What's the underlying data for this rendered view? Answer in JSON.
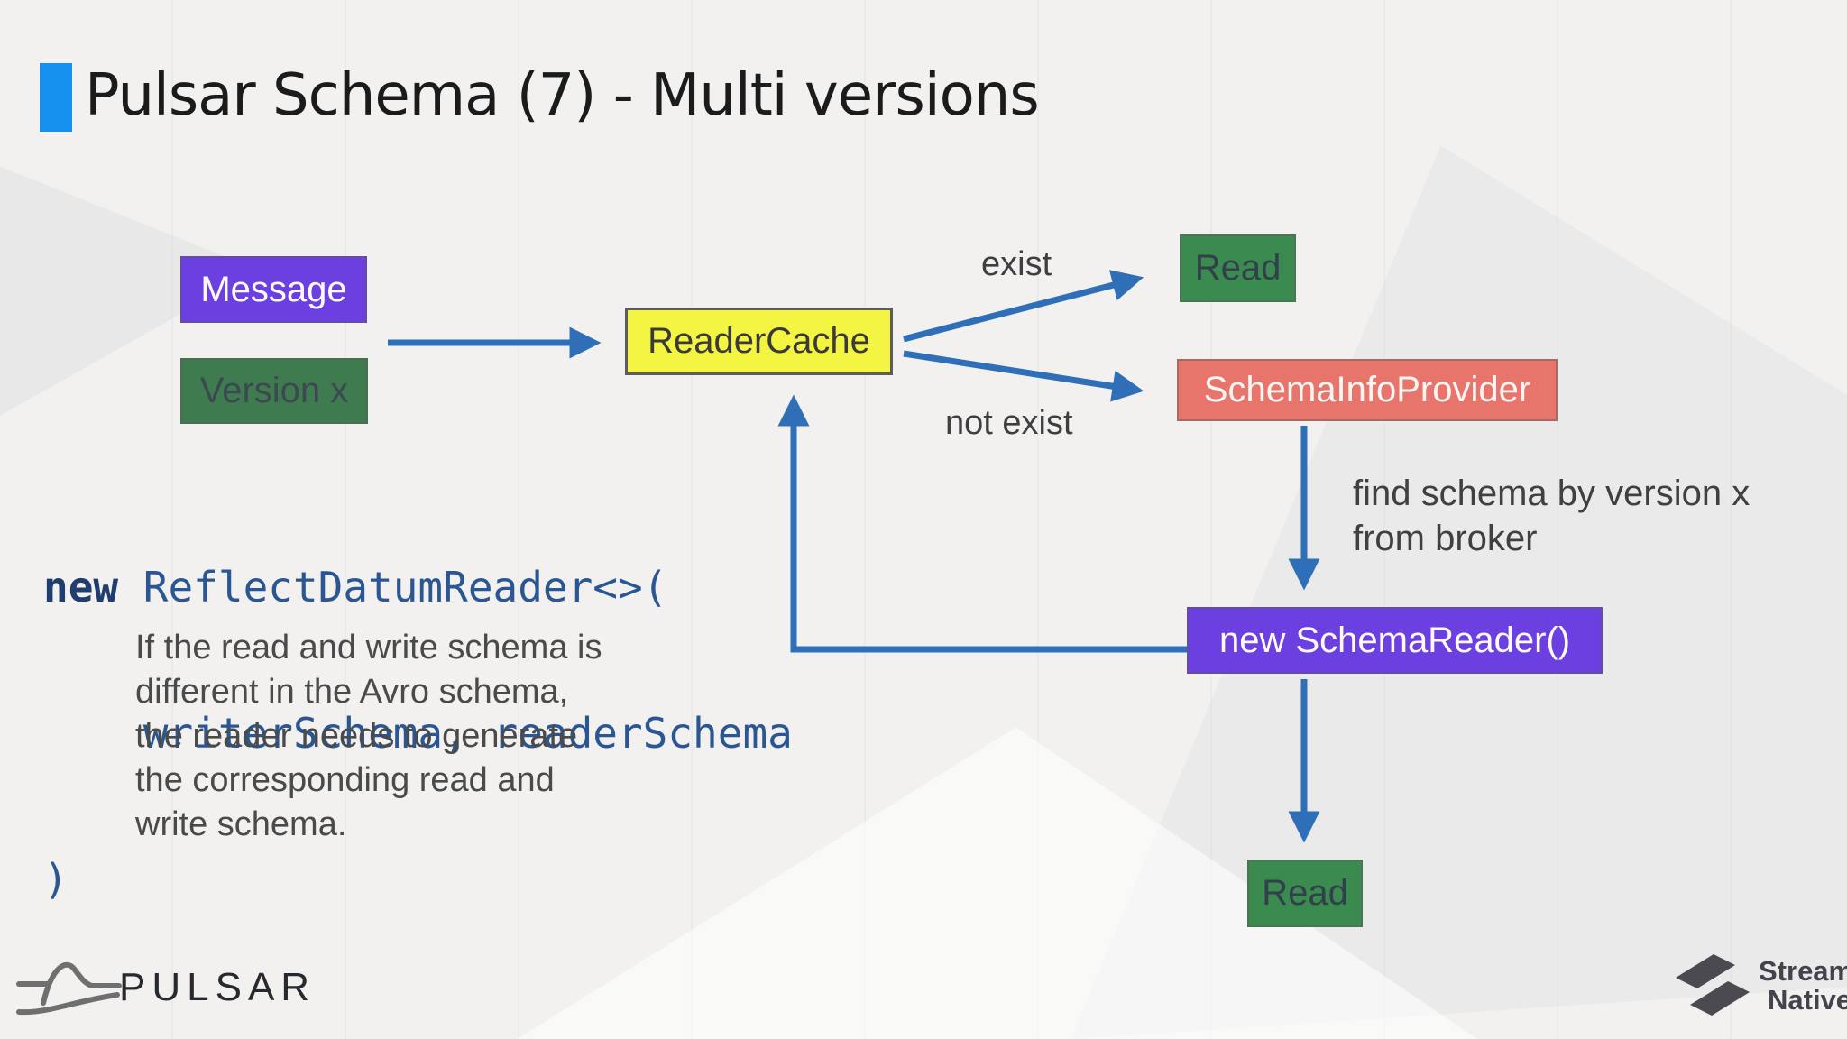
{
  "slide": {
    "title": "Pulsar Schema (7) - Multi versions"
  },
  "colors": {
    "title_bullet_blue": "#1791f0",
    "arrow_blue": "#2e6fb7",
    "box_purple": "#6c3fe0",
    "box_green": "#3e7c4f",
    "box_green_read": "#3b8a4f",
    "box_yellow": "#f4f443",
    "box_salmon": "#e8756b",
    "code_blue": "#2a5793",
    "text_gray": "#4a4a4a",
    "background": "#f2f1f0"
  },
  "diagram": {
    "boxes": {
      "message": "Message",
      "version_x": "Version x",
      "reader_cache": "ReaderCache",
      "read_top": "Read",
      "schema_info_provider": "SchemaInfoProvider",
      "new_schema_reader": "new SchemaReader()",
      "read_bottom": "Read"
    },
    "labels": {
      "exist": "exist",
      "not_exist": "not exist",
      "find_schema": "find schema by version x\nfrom broker"
    }
  },
  "code": {
    "keyword": "new",
    "line1_rest": " ReflectDatumReader<>(",
    "line2": "    writerSchema, readerSchema",
    "line3": ")"
  },
  "note": "If the read and write schema is\ndifferent in the Avro schema,\nthe reader needs to generate\nthe corresponding read and\nwrite schema.",
  "footer": {
    "pulsar_logo_text": "PULSAR",
    "streamnative_line1": "Stream",
    "streamnative_line2": "Native"
  }
}
